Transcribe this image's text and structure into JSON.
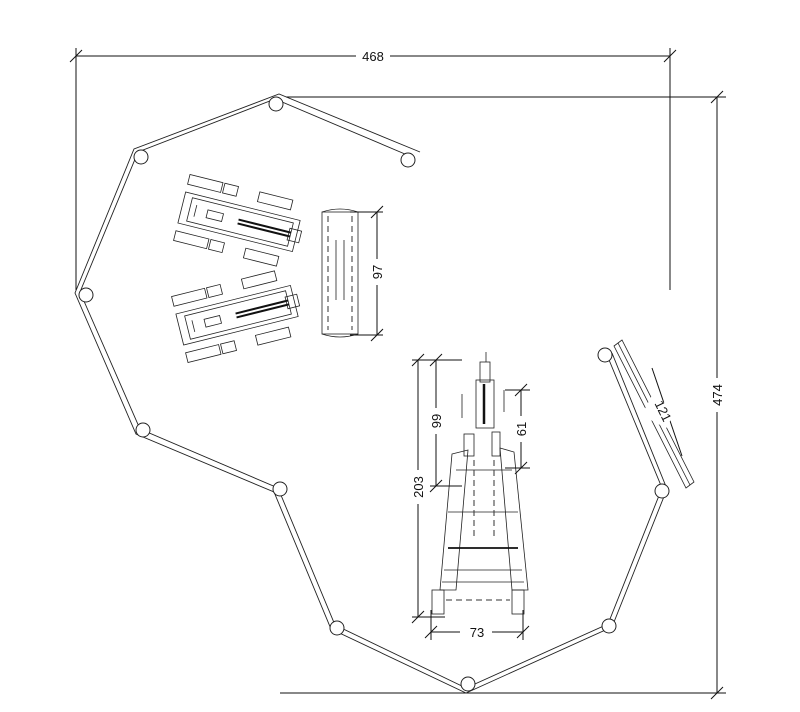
{
  "dimensions": {
    "overall_width": "468",
    "overall_height": "474",
    "bench_length": "97",
    "panel_length": "121",
    "machine_height": "203",
    "seat_height": "99",
    "arm_length": "61",
    "base_width": "73"
  },
  "colors": {
    "line": "#111111",
    "background": "#ffffff"
  }
}
